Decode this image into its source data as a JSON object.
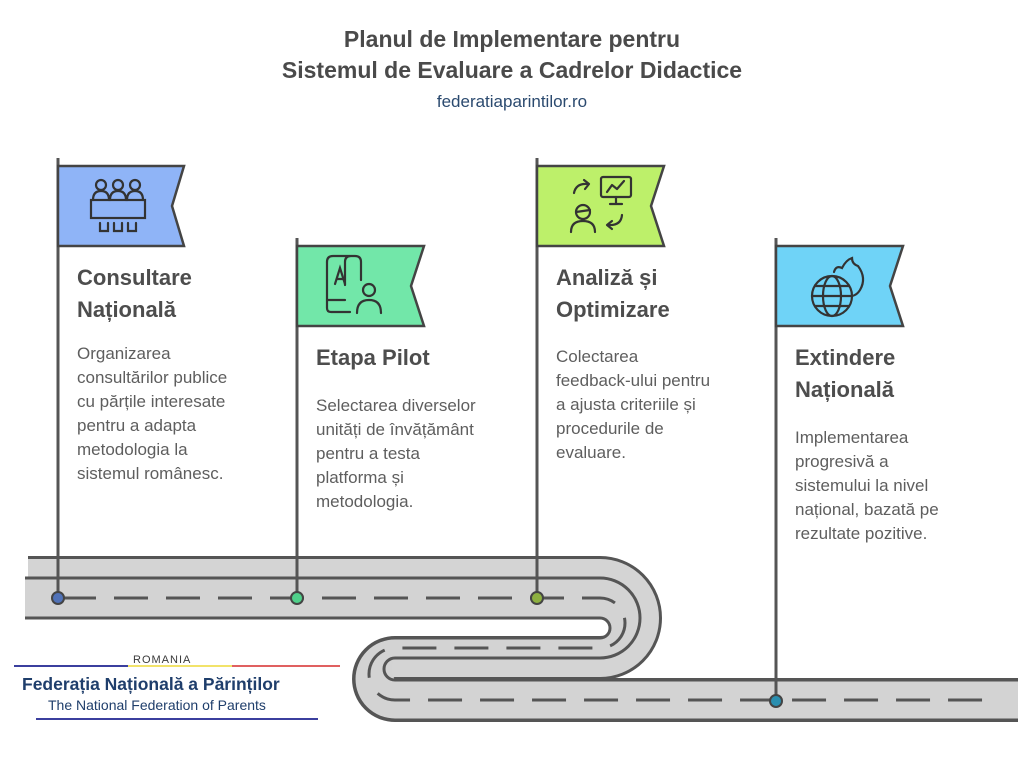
{
  "header": {
    "title_line1": "Planul de Implementare pentru",
    "title_line2": "Sistemul de Evaluare a Cadrelor Didactice",
    "website": "federatiaparintilor.ro"
  },
  "stages": [
    {
      "title": "Consultare\nNațională",
      "description": "Organizarea\nconsultărilor publice\ncu părțile interesate\npentru a adapta\nmetodologia la\nsistemul românesc.",
      "icon": "meeting-table-people-icon",
      "flag_color": "#8fb4f7",
      "marker_color": "#5072b8"
    },
    {
      "title": "Etapa Pilot",
      "description": "Selectarea diverselor\nunități de învățământ\npentru a testa\nplatforma și\nmetodologia.",
      "icon": "document-user-icon",
      "flag_color": "#72e7a9",
      "marker_color": "#4fd08a"
    },
    {
      "title": "Analiză și\nOptimizare",
      "description": "Colectarea\nfeedback-ului pentru\na ajusta criteriile și\nprocedurile de\nevaluare.",
      "icon": "analytics-feedback-icon",
      "flag_color": "#bdf06a",
      "marker_color": "#8db040"
    },
    {
      "title": "Extindere\nNațională",
      "description": "Implementarea\nprogresivă a\nsistemului la nivel\nnațional, bazată pe\nrezultate pozitive.",
      "icon": "globe-spread-icon",
      "flag_color": "#6fd3f7",
      "marker_color": "#2a8fb0"
    }
  ],
  "logo": {
    "country": "ROMANIA",
    "name": "Federația Națională a Părinților",
    "name_en": "The National Federation of Parents",
    "line_colors": [
      "#3b3f9e",
      "#f2e36a",
      "#e06060"
    ]
  }
}
